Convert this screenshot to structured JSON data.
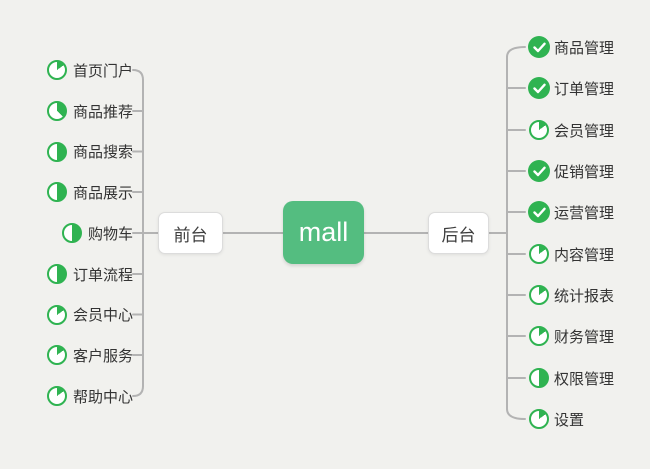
{
  "root": {
    "label": "mall"
  },
  "branches": {
    "front": {
      "label": "前台",
      "items": [
        {
          "label": "首页门户",
          "status": "in-progress",
          "progress": 0.15,
          "icon": "progress-pie-icon"
        },
        {
          "label": "商品推荐",
          "status": "in-progress",
          "progress": 0.375,
          "icon": "progress-pie-icon"
        },
        {
          "label": "商品搜索",
          "status": "in-progress",
          "progress": 0.5,
          "icon": "progress-pie-icon"
        },
        {
          "label": "商品展示",
          "status": "in-progress",
          "progress": 0.5,
          "icon": "progress-pie-icon"
        },
        {
          "label": "购物车",
          "status": "in-progress",
          "progress": 0.5,
          "icon": "progress-pie-icon"
        },
        {
          "label": "订单流程",
          "status": "in-progress",
          "progress": 0.5,
          "icon": "progress-pie-icon"
        },
        {
          "label": "会员中心",
          "status": "in-progress",
          "progress": 0.15,
          "icon": "progress-pie-icon"
        },
        {
          "label": "客户服务",
          "status": "in-progress",
          "progress": 0.15,
          "icon": "progress-pie-icon"
        },
        {
          "label": "帮助中心",
          "status": "in-progress",
          "progress": 0.15,
          "icon": "progress-pie-icon"
        }
      ]
    },
    "back": {
      "label": "后台",
      "items": [
        {
          "label": "商品管理",
          "status": "done",
          "icon": "check-circle-icon"
        },
        {
          "label": "订单管理",
          "status": "done",
          "icon": "check-circle-icon"
        },
        {
          "label": "会员管理",
          "status": "in-progress",
          "progress": 0.15,
          "icon": "progress-pie-icon"
        },
        {
          "label": "促销管理",
          "status": "done",
          "icon": "check-circle-icon"
        },
        {
          "label": "运营管理",
          "status": "done",
          "icon": "check-circle-icon"
        },
        {
          "label": "内容管理",
          "status": "in-progress",
          "progress": 0.15,
          "icon": "progress-pie-icon"
        },
        {
          "label": "统计报表",
          "status": "in-progress",
          "progress": 0.15,
          "icon": "progress-pie-icon"
        },
        {
          "label": "财务管理",
          "status": "in-progress",
          "progress": 0.15,
          "icon": "progress-pie-icon"
        },
        {
          "label": "权限管理",
          "status": "in-progress",
          "progress": 0.5,
          "icon": "progress-pie-icon"
        },
        {
          "label": "设置",
          "status": "in-progress",
          "progress": 0.15,
          "icon": "progress-pie-icon"
        }
      ]
    }
  },
  "colors": {
    "background": "#f1f1ee",
    "root_node_green": "#54bd80",
    "icon_green": "#2fb351",
    "connector_gray": "#b3b3b3",
    "text_dark": "#333333"
  }
}
